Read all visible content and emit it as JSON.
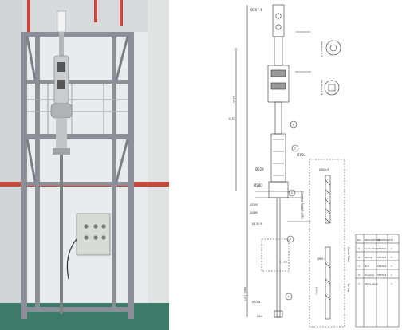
{
  "photo": {
    "caption": "",
    "colors": {
      "floor": "#3c7a6a",
      "frame": "#8a9096",
      "pipe": "#c8473a",
      "box": "#d8dcd6"
    }
  },
  "drawing": {
    "dims": {
      "top_diameter": "Ø267.4",
      "label_center_a": "Ø150",
      "label_center_b": "Ø224",
      "label_280": "Ø280",
      "label_1530": "1530",
      "label_300": "Ø300",
      "label_480": "Ø480",
      "label_1309": "Ø130.9",
      "label_1778": "17.78",
      "label_530": "Ø53.8",
      "label_60": "Ø60",
      "label_6691": "Ø69.1",
      "label_601": "Ø601.8",
      "label_gamma": "Gamma Rabbit (CRI)",
      "label_guide": "Guide Tube",
      "label_spring": "Spring",
      "label_unit": "(Unit)",
      "label_max": "MAX. 18??",
      "label_1230": "1230"
    },
    "callouts": [
      "1",
      "2",
      "3",
      "4",
      "5"
    ],
    "section_labels": [
      "Section A-A",
      "Section B-B"
    ],
    "table": {
      "headers": [
        "No.",
        "DESCRIPTION",
        "MATERIAL",
        "QTY",
        "REMARK"
      ],
      "rows": [
        [
          "5",
          "Guide Tube",
          "STS304",
          "1",
          ""
        ],
        [
          "4",
          "Spring",
          "STS304",
          "1",
          ""
        ],
        [
          "3",
          "Rod",
          "STS304",
          "1",
          ""
        ],
        [
          "2",
          "Housing",
          "STS304",
          "1",
          ""
        ],
        [
          "1",
          "Motor Assy",
          "-",
          "1",
          ""
        ]
      ]
    }
  }
}
